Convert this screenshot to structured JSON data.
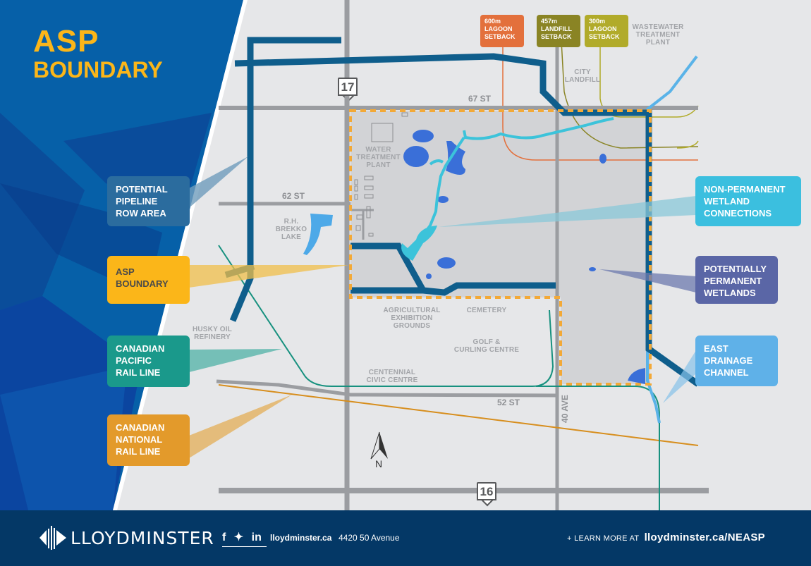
{
  "title": {
    "line1": "ASP",
    "line2": "BOUNDARY"
  },
  "colors": {
    "background": "#e6e7e9",
    "asp_area": "#d2d3d6",
    "boundary_dash": "#f3a937",
    "pipeline": "#0f5e8c",
    "road": "#9b9da1",
    "cp_rail": "#17917f",
    "cn_rail": "#d78e1d",
    "lagoon_600": "#e3703c",
    "landfill_457": "#8a8424",
    "lagoon_300": "#b1ab2a",
    "drainage": "#5ab3e8",
    "wetland_permanent": "#3a6fd8",
    "wetland_connection": "#3cc3da",
    "footer": "#043866",
    "panel_blue": "#0660a8"
  },
  "callouts": {
    "pipeline": {
      "text": "Potential Pipeline ROW Area",
      "lines": [
        "POTENTIAL",
        "PIPELINE",
        "ROW AREA"
      ],
      "color": "#2b6c9e"
    },
    "asp_boundary": {
      "lines": [
        "ASP",
        "BOUNDARY"
      ],
      "color": "#fbb619"
    },
    "cp_rail": {
      "lines": [
        "CANADIAN",
        "PACIFIC",
        "RAIL LINE"
      ],
      "color": "#1a998b"
    },
    "cn_rail": {
      "lines": [
        "CANADIAN",
        "NATIONAL",
        "RAIL LINE"
      ],
      "color": "#e39a2b"
    },
    "wetland_connections": {
      "lines": [
        "NON-PERMANENT",
        "WETLAND",
        "CONNECTIONS"
      ],
      "color": "#3bbfdf"
    },
    "permanent_wetlands": {
      "lines": [
        "POTENTIALLY",
        "PERMANENT",
        "WETLANDS"
      ],
      "color": "#5a66a6"
    },
    "east_drainage": {
      "lines": [
        "EAST",
        "DRAINAGE",
        "CHANNEL"
      ],
      "color": "#5fb1e8"
    }
  },
  "setbacks": [
    {
      "lines": [
        "600m",
        "LAGOON",
        "SETBACK"
      ],
      "color": "#e3703c"
    },
    {
      "lines": [
        "457m",
        "LANDFILL",
        "SETBACK"
      ],
      "color": "#8a8424"
    },
    {
      "lines": [
        "300m",
        "LAGOON",
        "SETBACK"
      ],
      "color": "#b1ab2a"
    }
  ],
  "places": {
    "wastewater": [
      "WASTEWATER",
      "TREATMENT",
      "PLANT"
    ],
    "city_landfill": [
      "CITY",
      "LANDFILL"
    ],
    "water_treatment": [
      "WATER",
      "TREATMENT",
      "PLANT"
    ],
    "brekko_lake": [
      "R.H.",
      "BREKKO",
      "LAKE"
    ],
    "husky": [
      "HUSKY OIL",
      "REFINERY"
    ],
    "ag_grounds": [
      "AGRICULTURAL",
      "EXHIBITION",
      "GROUNDS"
    ],
    "cemetery": [
      "CEMETERY"
    ],
    "golf": [
      "GOLF &",
      "CURLING CENTRE"
    ],
    "civic": [
      "CENTENNIAL",
      "CIVIC CENTRE"
    ]
  },
  "roads": {
    "st67": "67 ST",
    "st62": "62 ST",
    "st52": "52 ST",
    "ave40": "40 AVE",
    "hwy17": "17",
    "hwy16": "16"
  },
  "compass": {
    "label": "N"
  },
  "footer": {
    "logo": "LLOYDMINSTER",
    "social": {
      "facebook": "f",
      "twitter": "🐦",
      "linkedin": "in"
    },
    "website": "lloydminster.ca",
    "address": "4420 50 Avenue",
    "learn_prefix": "+ LEARN MORE AT",
    "learn_url": "lloydminster.ca/NEASP"
  }
}
